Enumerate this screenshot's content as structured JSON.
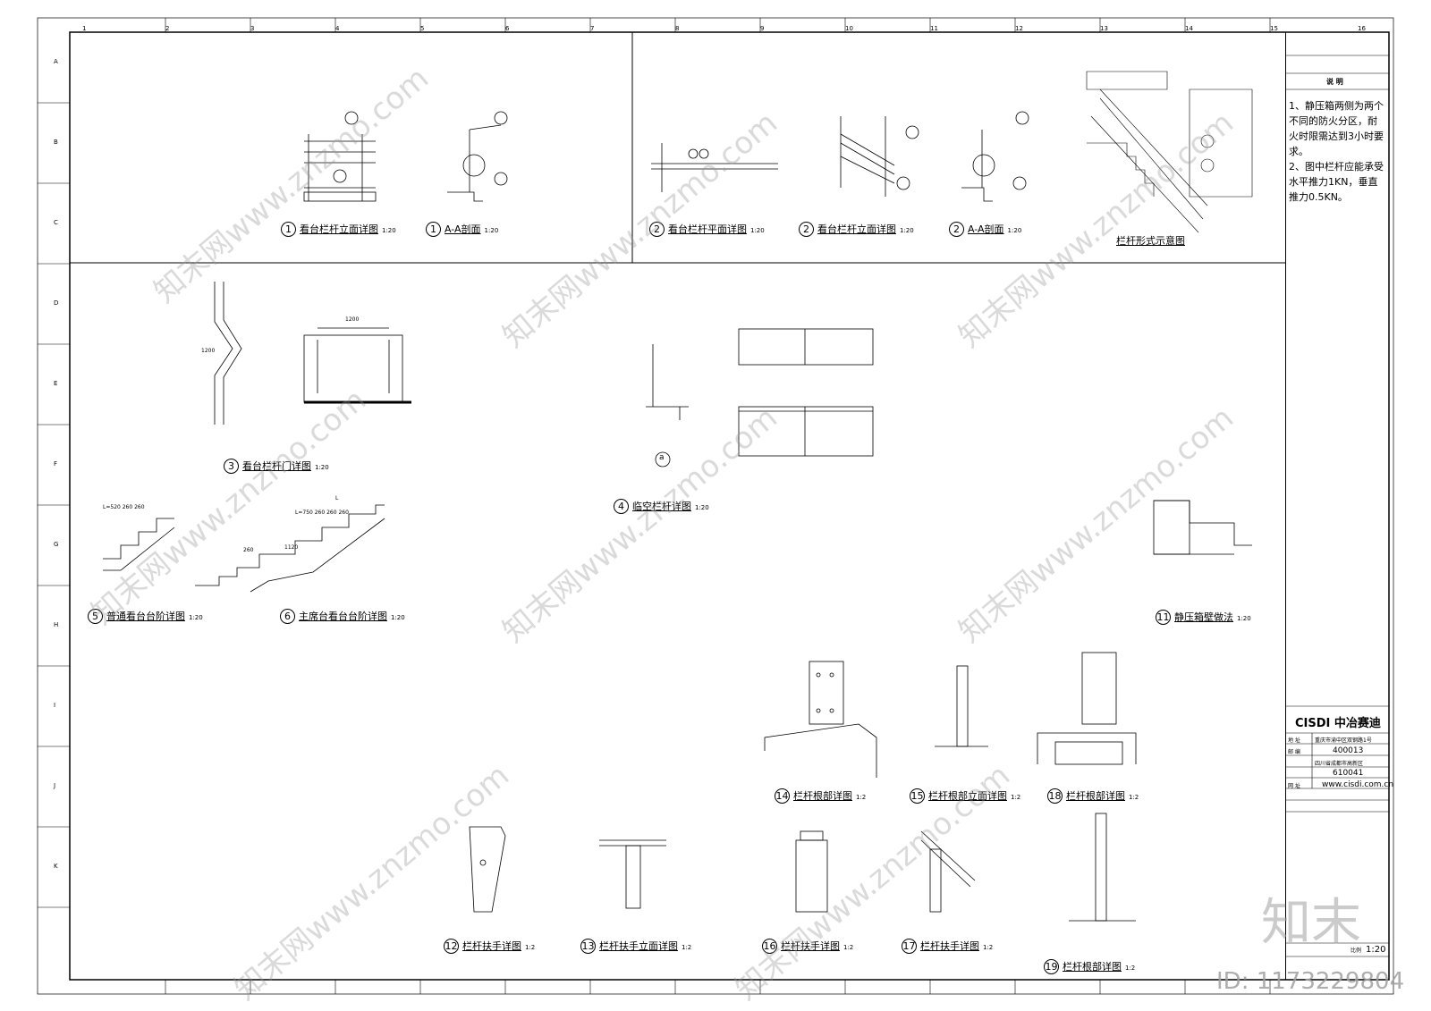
{
  "grid": {
    "cols": [
      "1",
      "2",
      "3",
      "4",
      "5",
      "6",
      "7",
      "8",
      "9",
      "10",
      "11",
      "12",
      "13",
      "14",
      "15",
      "16"
    ],
    "rows": [
      "A",
      "B",
      "C",
      "D",
      "E",
      "F",
      "G",
      "H",
      "I",
      "J",
      "K"
    ]
  },
  "details": [
    {
      "num": "1",
      "title": "看台栏杆立面详图",
      "scale": "1:20"
    },
    {
      "num": "1",
      "title": "A-A剖面",
      "scale": "1:20"
    },
    {
      "num": "2",
      "title": "看台栏杆平面详图",
      "scale": "1:20"
    },
    {
      "num": "2",
      "title": "看台栏杆立面详图",
      "scale": "1:20"
    },
    {
      "num": "2",
      "title": "A-A剖面",
      "scale": "1:20"
    },
    {
      "num": "",
      "title": "栏杆形式示意图",
      "scale": ""
    },
    {
      "num": "3",
      "title": "看台栏杆门详图",
      "scale": "1:20"
    },
    {
      "num": "4",
      "title": "临空栏杆详图",
      "scale": "1:20"
    },
    {
      "num": "5",
      "title": "普通看台台阶详图",
      "scale": "1:20"
    },
    {
      "num": "6",
      "title": "主席台看台台阶详图",
      "scale": "1:20"
    },
    {
      "num": "11",
      "title": "静压箱壁做法",
      "scale": "1:20"
    },
    {
      "num": "14",
      "title": "栏杆根部详图",
      "scale": "1:2"
    },
    {
      "num": "15",
      "title": "栏杆根部立面详图",
      "scale": "1:2"
    },
    {
      "num": "18",
      "title": "栏杆根部详图",
      "scale": "1:2"
    },
    {
      "num": "12",
      "title": "栏杆扶手详图",
      "scale": "1:2"
    },
    {
      "num": "13",
      "title": "栏杆扶手立面详图",
      "scale": "1:2"
    },
    {
      "num": "16",
      "title": "栏杆扶手详图",
      "scale": "1:2"
    },
    {
      "num": "17",
      "title": "栏杆扶手详图",
      "scale": "1:2"
    },
    {
      "num": "19",
      "title": "栏杆根部详图",
      "scale": "1:2"
    }
  ],
  "dims": {
    "d3_width": "1200",
    "d3_height": "1200",
    "d5_dims": "L=520  260  260",
    "d6_dims": "L=750  260  260  260",
    "d6_top": "L",
    "d6_mid": "260",
    "d6_v": "1120"
  },
  "notes_main": "1、静压箱两侧为两个不同的防火分区，耐火时限需达到3小时要求。\n2、图中栏杆应能承受水平推力1KN，垂直推力0.5KN。",
  "title_block": {
    "heading": "说  明",
    "company_logo": "CISDI 中冶赛迪",
    "address_label": "地  址",
    "address": "重庆市渝中区双钢路1号",
    "zip_label": "邮  编",
    "zip": "400013",
    "address2": "四川省成都市高新区",
    "zip2": "610041",
    "web_label": "网  址",
    "web": "www.cisdi.com.cn",
    "scale_label": "比例",
    "scale": "1:20"
  },
  "watermark_text": "知末网www.znzmo.com",
  "brand": "知末",
  "id_text": "ID: 1173229804",
  "detail_a_label": "a"
}
